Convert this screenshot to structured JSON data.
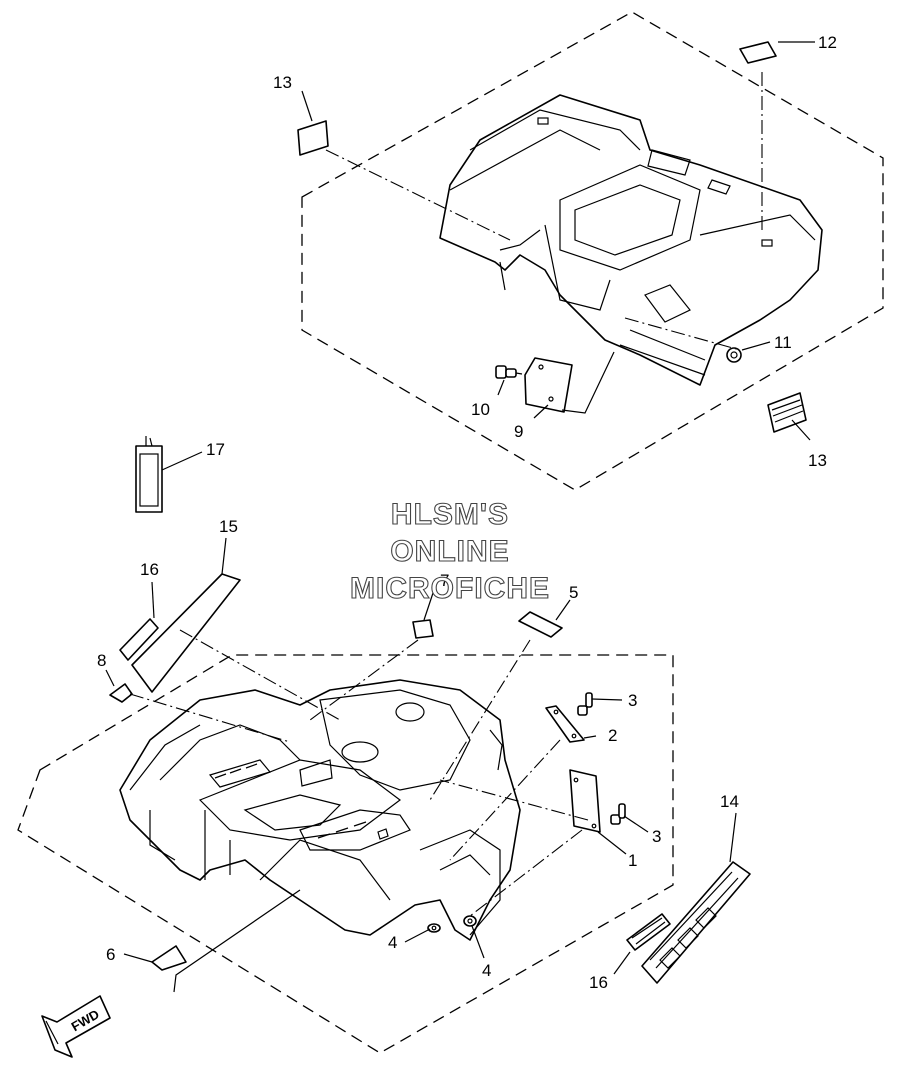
{
  "watermark": {
    "line1": "HLSM'S",
    "line2": "ONLINE",
    "line3": "MICROFICHE"
  },
  "direction_arrow": {
    "label": "FWD"
  },
  "callouts": {
    "p1": "1",
    "p2": "2",
    "p3a": "3",
    "p3b": "3",
    "p4a": "4",
    "p4b": "4",
    "p5": "5",
    "p6": "6",
    "p7": "7",
    "p8": "8",
    "p9": "9",
    "p10": "10",
    "p11": "11",
    "p12": "12",
    "p13a": "13",
    "p13b": "13",
    "p14": "14",
    "p15": "15",
    "p16a": "16",
    "p16b": "16",
    "p17": "17"
  },
  "icons": {
    "rear_fender": "rear-fender-assembly",
    "front_fender": "front-fender-assembly",
    "fwd_arrow": "forward-arrow"
  }
}
